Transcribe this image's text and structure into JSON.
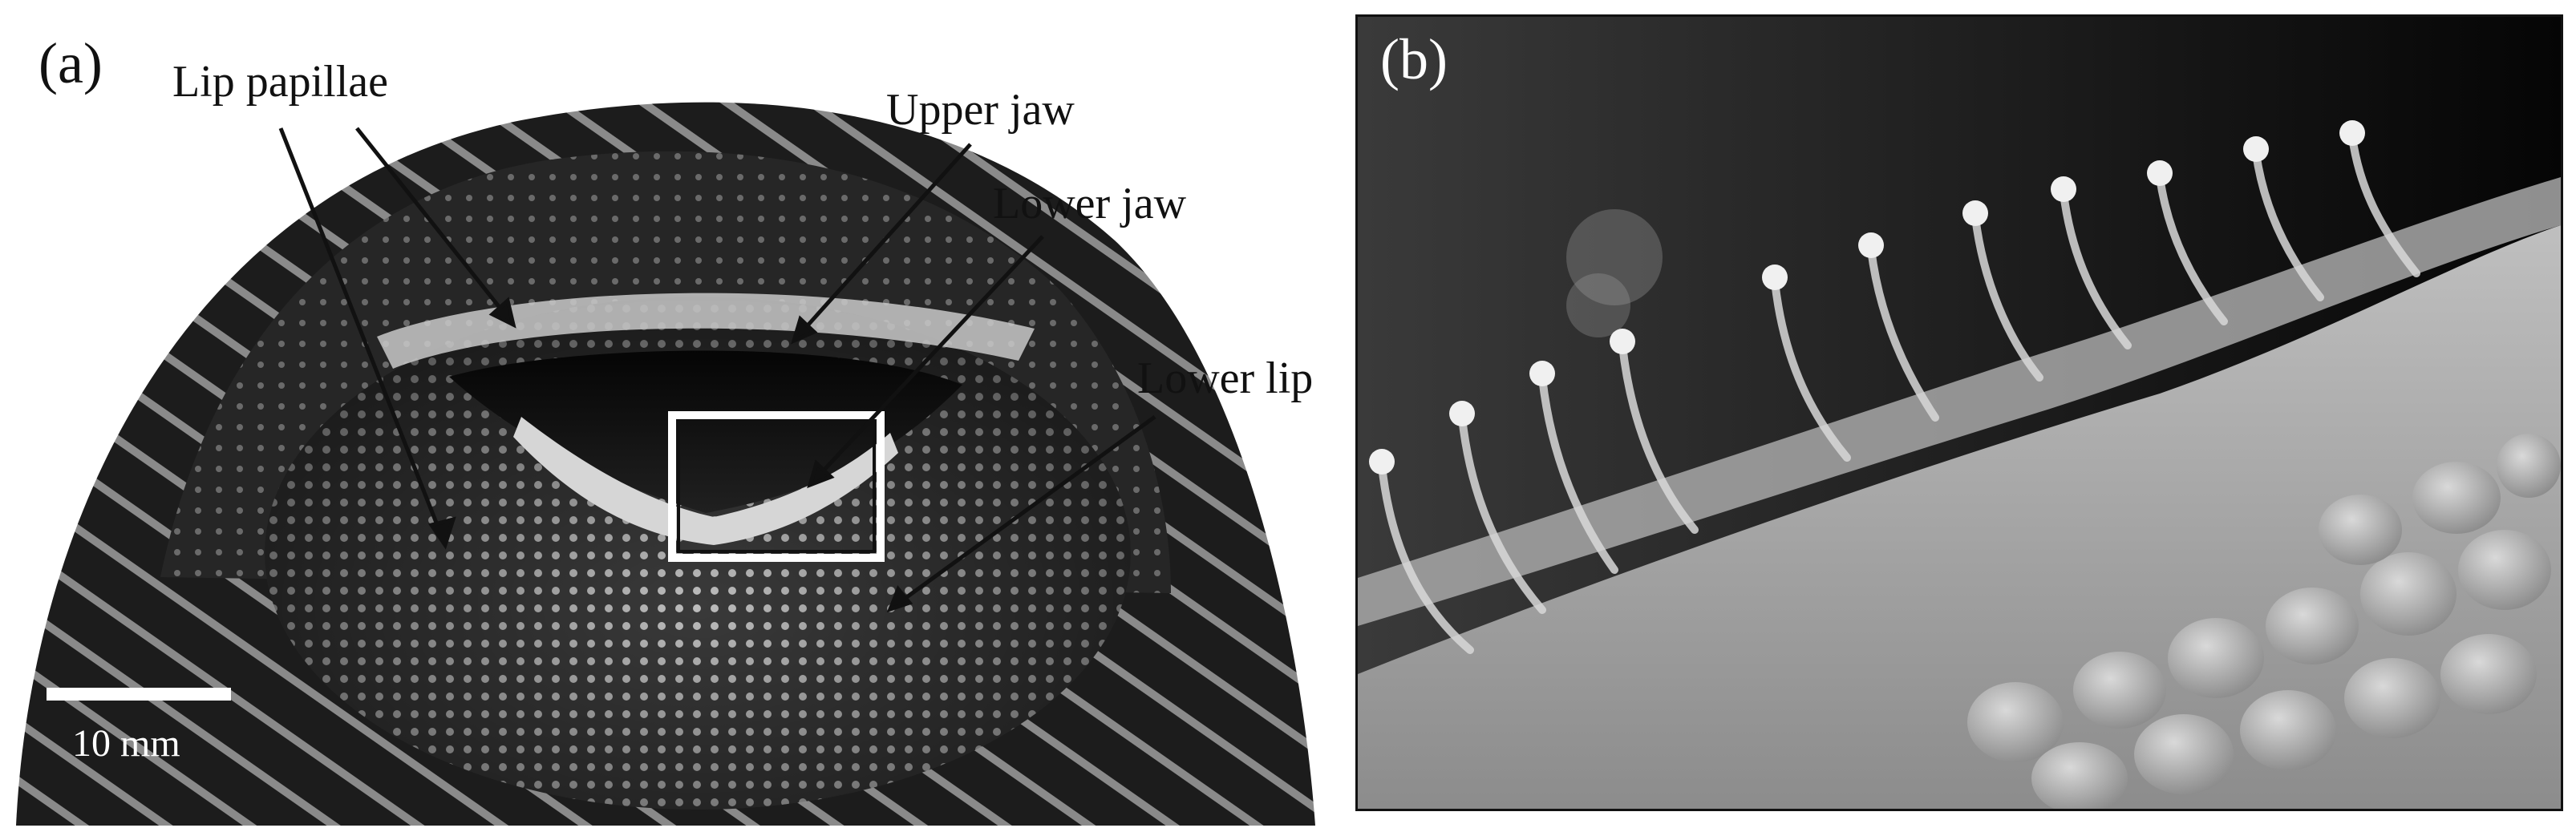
{
  "panel_a": {
    "letter": "(a)",
    "labels": {
      "lip_papillae": "Lip papillae",
      "upper_jaw": "Upper jaw",
      "lower_jaw": "Lower jaw",
      "lower_lip": "Lower lip"
    },
    "scale_bar": "10 mm"
  },
  "panel_b": {
    "letter": "(b)"
  }
}
